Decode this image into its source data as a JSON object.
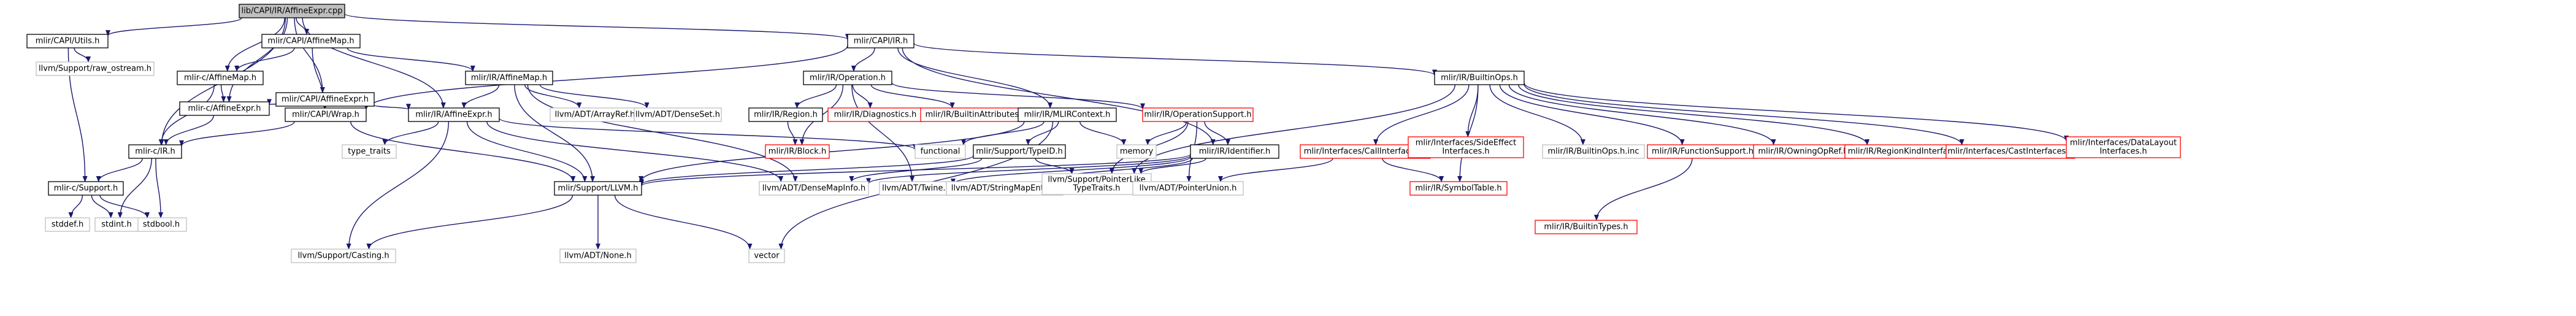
{
  "colors": {
    "edge": "#191970",
    "node_border_normal": "#000000",
    "node_border_missing": "#bfbfbf",
    "node_border_truncated": "#ff0000",
    "root_fill": "#bfbfbf",
    "text": "#000000"
  },
  "graph": {
    "nodes": [
      {
        "id": "n0",
        "label": "lib/CAPI/IR/AffineExpr.cpp",
        "kind": "root"
      },
      {
        "id": "n1",
        "label": "mlir/CAPI/Utils.h",
        "kind": "normal"
      },
      {
        "id": "n2",
        "label": "mlir/CAPI/AffineMap.h",
        "kind": "normal"
      },
      {
        "id": "n3",
        "label": "mlir/CAPI/IR.h",
        "kind": "normal"
      },
      {
        "id": "n4",
        "label": "llvm/Support/raw_ostream.h",
        "kind": "missing"
      },
      {
        "id": "n5",
        "label": "mlir-c/AffineMap.h",
        "kind": "normal"
      },
      {
        "id": "n6",
        "label": "mlir/CAPI/AffineExpr.h",
        "kind": "normal"
      },
      {
        "id": "n7",
        "label": "mlir/IR/AffineMap.h",
        "kind": "normal"
      },
      {
        "id": "n8",
        "label": "mlir/IR/Operation.h",
        "kind": "normal"
      },
      {
        "id": "n9",
        "label": "mlir/IR/BuiltinOps.h",
        "kind": "normal"
      },
      {
        "id": "n10",
        "label": "mlir-c/AffineExpr.h",
        "kind": "normal"
      },
      {
        "id": "n11",
        "label": "mlir/CAPI/Wrap.h",
        "kind": "normal"
      },
      {
        "id": "n12",
        "label": "mlir/IR/AffineExpr.h",
        "kind": "normal"
      },
      {
        "id": "n13",
        "label": "llvm/ADT/ArrayRef.h",
        "kind": "missing"
      },
      {
        "id": "n14",
        "label": "llvm/ADT/DenseSet.h",
        "kind": "missing"
      },
      {
        "id": "n15",
        "label": "mlir/IR/Region.h",
        "kind": "normal"
      },
      {
        "id": "n16",
        "label": "mlir/IR/Diagnostics.h",
        "kind": "truncated"
      },
      {
        "id": "n17",
        "label": "mlir/IR/BuiltinAttributes.h",
        "kind": "truncated"
      },
      {
        "id": "n18",
        "label": "mlir/IR/MLIRContext.h",
        "kind": "normal"
      },
      {
        "id": "n19",
        "label": "mlir/IR/OperationSupport.h",
        "kind": "truncated"
      },
      {
        "id": "n20",
        "label": "mlir-c/IR.h",
        "kind": "normal"
      },
      {
        "id": "n21",
        "label": "mlir/IR/Block.h",
        "kind": "truncated"
      },
      {
        "id": "n22",
        "label": "functional",
        "kind": "missing"
      },
      {
        "id": "n23",
        "label": "mlir/Support/TypeID.h",
        "kind": "normal"
      },
      {
        "id": "n24",
        "label": "memory",
        "kind": "missing"
      },
      {
        "id": "n25",
        "label": "mlir/IR/Identifier.h",
        "kind": "normal"
      },
      {
        "id": "n26",
        "label": "mlir/Interfaces/CallInterfaces.h",
        "kind": "truncated"
      },
      {
        "id": "n27",
        "label": "mlir/Interfaces/SideEffect\nInterfaces.h",
        "kind": "truncated"
      },
      {
        "id": "n28",
        "label": "mlir/IR/BuiltinOps.h.inc",
        "kind": "missing"
      },
      {
        "id": "n29",
        "label": "mlir/IR/FunctionSupport.h",
        "kind": "truncated"
      },
      {
        "id": "n30",
        "label": "mlir/IR/OwningOpRef.h",
        "kind": "truncated"
      },
      {
        "id": "n31",
        "label": "mlir/IR/RegionKindInterface.h",
        "kind": "truncated"
      },
      {
        "id": "n32",
        "label": "mlir/Interfaces/CastInterfaces.h",
        "kind": "truncated"
      },
      {
        "id": "n33",
        "label": "mlir/Interfaces/DataLayout\nInterfaces.h",
        "kind": "truncated"
      },
      {
        "id": "n34",
        "label": "type_traits",
        "kind": "missing"
      },
      {
        "id": "n35",
        "label": "mlir-c/Support.h",
        "kind": "normal"
      },
      {
        "id": "n36",
        "label": "stdbool.h",
        "kind": "missing"
      },
      {
        "id": "n37",
        "label": "stdint.h",
        "kind": "missing"
      },
      {
        "id": "n38",
        "label": "stddef.h",
        "kind": "missing"
      },
      {
        "id": "n39",
        "label": "mlir/Support/LLVM.h",
        "kind": "normal"
      },
      {
        "id": "n40",
        "label": "llvm/ADT/DenseMapInfo.h",
        "kind": "missing"
      },
      {
        "id": "n41",
        "label": "llvm/ADT/Twine.h",
        "kind": "missing"
      },
      {
        "id": "n42",
        "label": "llvm/ADT/StringMapEntry.h",
        "kind": "missing"
      },
      {
        "id": "n43",
        "label": "llvm/Support/PointerLike\nTypeTraits.h",
        "kind": "missing"
      },
      {
        "id": "n44",
        "label": "llvm/ADT/PointerUnion.h",
        "kind": "missing"
      },
      {
        "id": "n45",
        "label": "mlir/IR/SymbolTable.h",
        "kind": "truncated"
      },
      {
        "id": "n46",
        "label": "mlir/IR/BuiltinTypes.h",
        "kind": "truncated"
      },
      {
        "id": "n47",
        "label": "llvm/Support/Casting.h",
        "kind": "missing"
      },
      {
        "id": "n48",
        "label": "llvm/ADT/None.h",
        "kind": "missing"
      },
      {
        "id": "n49",
        "label": "vector",
        "kind": "missing"
      }
    ],
    "edges": [
      [
        "n0",
        "n1"
      ],
      [
        "n0",
        "n2"
      ],
      [
        "n0",
        "n3"
      ],
      [
        "n0",
        "n5"
      ],
      [
        "n0",
        "n6"
      ],
      [
        "n0",
        "n10"
      ],
      [
        "n0",
        "n12"
      ],
      [
        "n0",
        "n20"
      ],
      [
        "n1",
        "n4"
      ],
      [
        "n1",
        "n35"
      ],
      [
        "n2",
        "n5"
      ],
      [
        "n2",
        "n7"
      ],
      [
        "n2",
        "n11"
      ],
      [
        "n3",
        "n8"
      ],
      [
        "n3",
        "n9"
      ],
      [
        "n3",
        "n11"
      ],
      [
        "n3",
        "n18"
      ],
      [
        "n3",
        "n25"
      ],
      [
        "n5",
        "n10"
      ],
      [
        "n5",
        "n20"
      ],
      [
        "n6",
        "n10"
      ],
      [
        "n6",
        "n11"
      ],
      [
        "n6",
        "n12"
      ],
      [
        "n7",
        "n12"
      ],
      [
        "n7",
        "n13"
      ],
      [
        "n7",
        "n14"
      ],
      [
        "n7",
        "n39"
      ],
      [
        "n7",
        "n40"
      ],
      [
        "n8",
        "n15"
      ],
      [
        "n8",
        "n16"
      ],
      [
        "n8",
        "n17"
      ],
      [
        "n8",
        "n19"
      ],
      [
        "n8",
        "n21"
      ],
      [
        "n8",
        "n41"
      ],
      [
        "n9",
        "n26"
      ],
      [
        "n9",
        "n27"
      ],
      [
        "n9",
        "n28"
      ],
      [
        "n9",
        "n29"
      ],
      [
        "n9",
        "n30"
      ],
      [
        "n9",
        "n31"
      ],
      [
        "n9",
        "n32"
      ],
      [
        "n9",
        "n33"
      ],
      [
        "n9",
        "n43"
      ],
      [
        "n9",
        "n45"
      ],
      [
        "n10",
        "n20"
      ],
      [
        "n11",
        "n20"
      ],
      [
        "n11",
        "n39"
      ],
      [
        "n12",
        "n22"
      ],
      [
        "n12",
        "n34"
      ],
      [
        "n12",
        "n39"
      ],
      [
        "n12",
        "n40"
      ],
      [
        "n12",
        "n47"
      ],
      [
        "n15",
        "n21"
      ],
      [
        "n18",
        "n22"
      ],
      [
        "n18",
        "n23"
      ],
      [
        "n18",
        "n24"
      ],
      [
        "n18",
        "n39"
      ],
      [
        "n18",
        "n49"
      ],
      [
        "n19",
        "n24"
      ],
      [
        "n19",
        "n25"
      ],
      [
        "n19",
        "n43"
      ],
      [
        "n19",
        "n44"
      ],
      [
        "n20",
        "n35"
      ],
      [
        "n20",
        "n36"
      ],
      [
        "n20",
        "n37"
      ],
      [
        "n23",
        "n39"
      ],
      [
        "n23",
        "n40"
      ],
      [
        "n23",
        "n43"
      ],
      [
        "n25",
        "n39"
      ],
      [
        "n25",
        "n40"
      ],
      [
        "n25",
        "n41"
      ],
      [
        "n25",
        "n42"
      ],
      [
        "n25",
        "n43"
      ],
      [
        "n26",
        "n44"
      ],
      [
        "n26",
        "n45"
      ],
      [
        "n29",
        "n46"
      ],
      [
        "n35",
        "n36"
      ],
      [
        "n35",
        "n37"
      ],
      [
        "n35",
        "n38"
      ],
      [
        "n39",
        "n47"
      ],
      [
        "n39",
        "n48"
      ],
      [
        "n39",
        "n49"
      ]
    ]
  }
}
